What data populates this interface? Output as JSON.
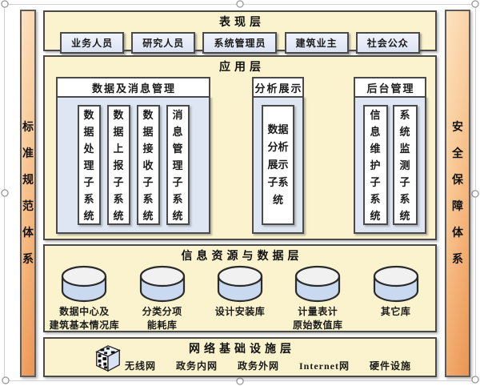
{
  "sidebars": {
    "left": "标准规范体系",
    "right": "安全保障体系"
  },
  "layers": {
    "presentation": {
      "title": "表现层",
      "users": [
        "业务人员",
        "研究人员",
        "系统管理员",
        "建筑业主",
        "社会公众"
      ]
    },
    "application": {
      "title": "应用层",
      "groups": [
        {
          "title": "数据及消息管理",
          "subsystems": [
            "数据处理子系统",
            "数据上报子系统",
            "数据接收子系统",
            "消息管理子系统"
          ]
        },
        {
          "title": "分析展示",
          "subsystems": [
            "数据分析展示子系统"
          ]
        },
        {
          "title": "后台管理",
          "subsystems": [
            "信息维护子系统",
            "系统监测子系统"
          ]
        }
      ]
    },
    "data": {
      "title": "信息资源与数据层",
      "databases": [
        "数据中心及\n建筑基本情况库",
        "分类分项\n能耗库",
        "设计安装库",
        "计量表计\n原始数值库",
        "其它库"
      ]
    },
    "network": {
      "title": "网络基础设施层",
      "items": [
        "无线网",
        "政务内网",
        "政务外网",
        "Internet网",
        "硬件设施"
      ]
    }
  },
  "colors": {
    "panel_bg": "#fbf3cd",
    "panel_border": "#4a4a4a",
    "group_body_bg": "#dde6f2",
    "box_bg": "#ffffff",
    "user_box_bg": "#e7ecf8",
    "pillar_light": "#fde3c2",
    "pillar_dark": "#ea9453",
    "cylinder_body": "#c9d9f0",
    "cylinder_top": "#f1f1f1",
    "text": "#1b1b1b"
  }
}
